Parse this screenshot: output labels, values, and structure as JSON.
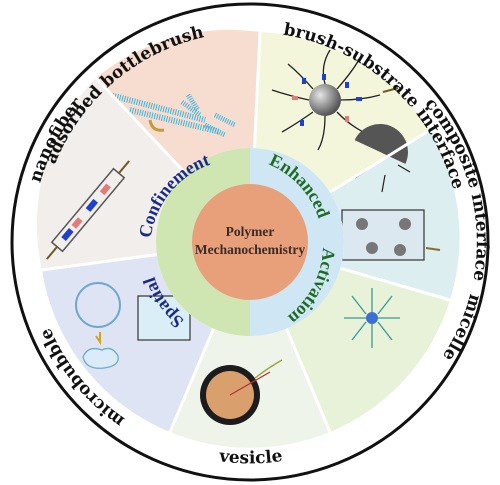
{
  "center": {
    "line1": "Polymer",
    "line2": "Mechanochemistry"
  },
  "inner_labels": {
    "spatial": "Spatial",
    "confinement": "Confinement",
    "enhanced": "Enhanced",
    "activation": "Activation"
  },
  "outer_labels": {
    "adsorbed_bottlebrush": "adsorbed  bottlebrush",
    "brush_substrate": "brush-substrate interface",
    "composite": "composite interface",
    "micelle": "micelle",
    "vesicle": "vesicle",
    "microbubble": "microbubble",
    "nanofiber": "nanofiber"
  },
  "colors": {
    "center_fill": "#e8a07a",
    "confinement_text": "#1b2a8a",
    "enhanced_text": "#1d6b24",
    "confinement_band": "#cfe6b3",
    "enhanced_band": "#cfe6f5",
    "sector_bottlebrush": "#f6ddd0",
    "sector_brush": "#f4f6dc",
    "sector_composite": "#dceef0",
    "sector_micelle": "#e8f2d8",
    "sector_vesicle": "#eef4e9",
    "sector_microbubble": "#dfe4f4",
    "sector_nanofiber": "#f1eeec"
  }
}
